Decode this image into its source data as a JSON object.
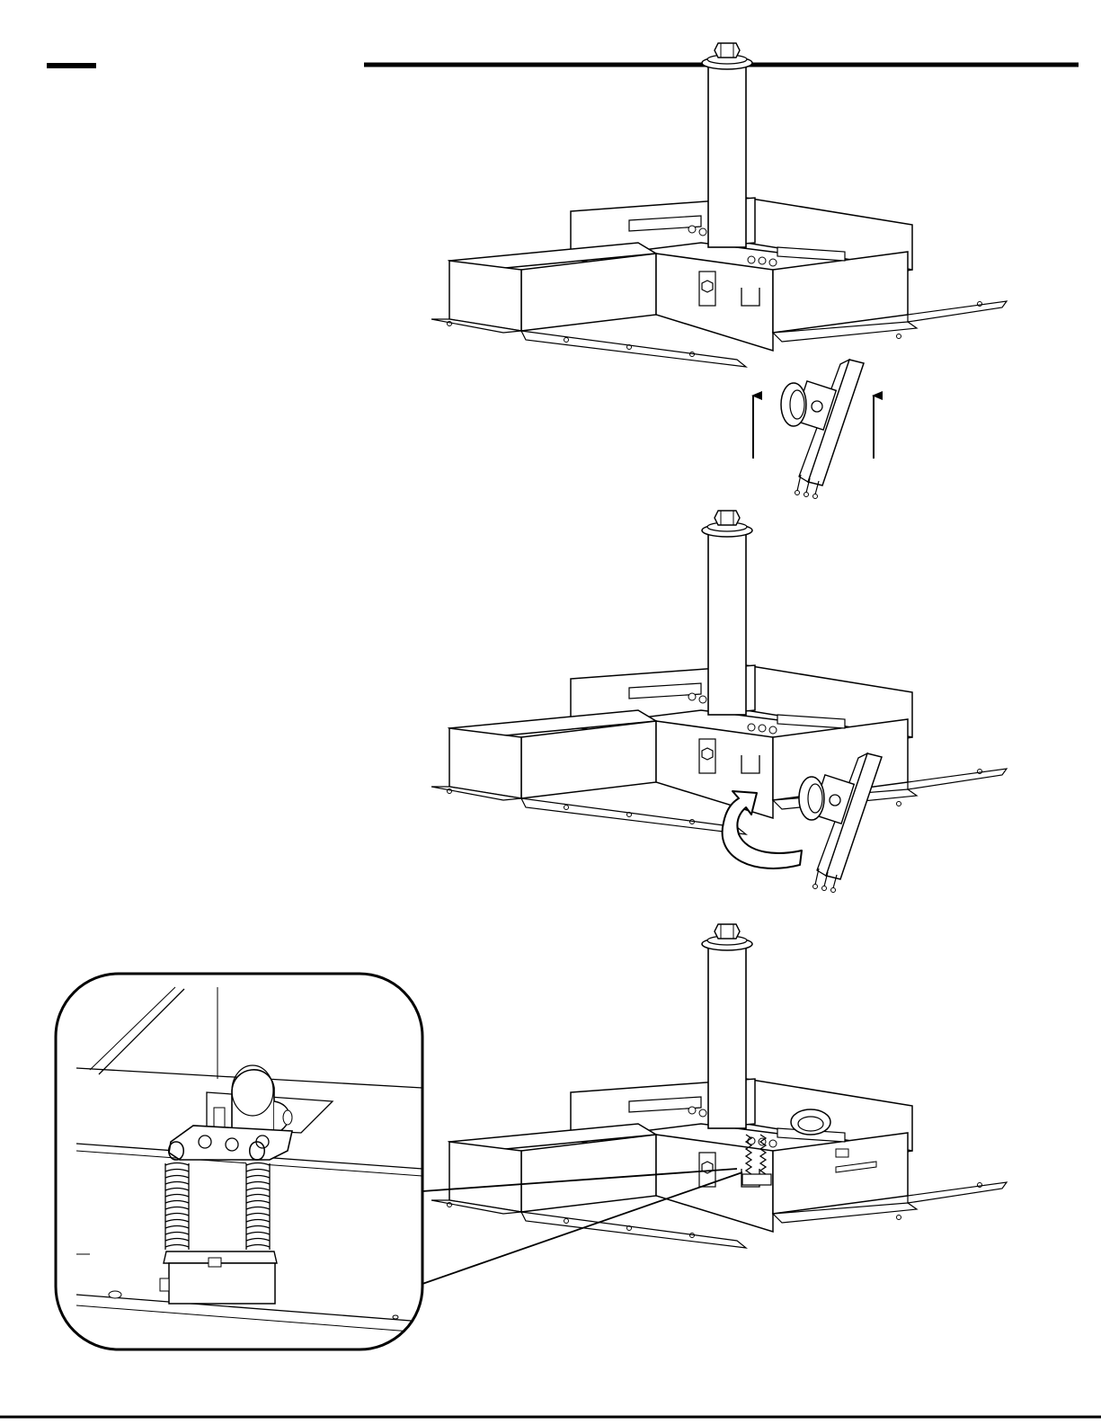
{
  "page": {
    "background": "#ffffff",
    "ink": "#000000",
    "part_fill": "#ffffff",
    "shade_fill": "#e6e6e6"
  },
  "figures": [
    {
      "id": "step-1",
      "action": "insert-caster-upward",
      "arrows": [
        "up-arrow",
        "up-arrow"
      ]
    },
    {
      "id": "step-2",
      "action": "rotate-caster-into-place",
      "arrows": [
        "curved-arrow"
      ]
    },
    {
      "id": "step-3",
      "action": "installed-caster",
      "detail": "spring-closeup"
    }
  ],
  "icons": [
    "up-arrow-icon",
    "curved-arrow-icon",
    "hex-bolt-icon",
    "spring-icon",
    "caster-wheel-icon"
  ]
}
